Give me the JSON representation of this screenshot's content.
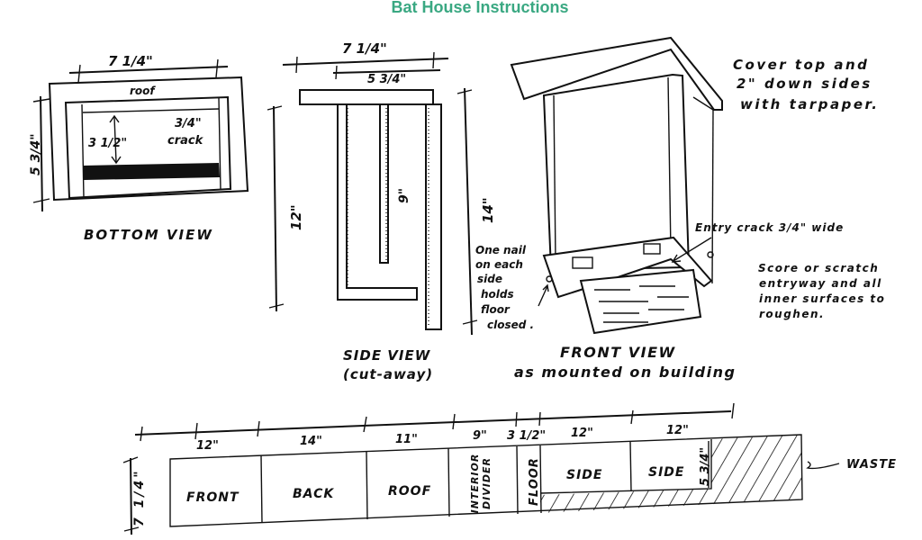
{
  "title": "Bat House Instructions",
  "colors": {
    "title": "#3aa882",
    "ink": "#111111"
  },
  "bottom_view": {
    "width_dim": "7 1/4\"",
    "height_dim": "5 3/4\"",
    "roof_label": "roof",
    "gap_dim": "3 1/2\"",
    "crack_dim": "3/4\"",
    "crack_label": "crack",
    "caption": "BOTTOM VIEW"
  },
  "side_view": {
    "outer_width_dim": "7 1/4\"",
    "inner_width_dim": "5 3/4\"",
    "front_height_dim": "12\"",
    "divider_height_dim": "9\"",
    "caption": "SIDE VIEW",
    "subcaption": "(cut-away)"
  },
  "front_view": {
    "height_dim": "14\"",
    "nail_note": [
      "One nail",
      "on each",
      "side",
      "holds",
      "floor",
      "closed ."
    ],
    "entry_note": "Entry crack 3/4\" wide",
    "cover_note": [
      "Cover top and",
      "2\" down sides",
      "with tarpaper."
    ],
    "score_note": [
      "Score or scratch",
      "entryway and all",
      "inner surfaces to",
      "roughen."
    ],
    "caption": "FRONT VIEW",
    "subcaption": "as mounted on building"
  },
  "cut_layout": {
    "board_width_dim": "7 1/4\"",
    "side_width_dim": "5 3/4\"",
    "waste_label": "WASTE",
    "pieces": [
      {
        "name": "FRONT",
        "length": "12\""
      },
      {
        "name": "BACK",
        "length": "14\""
      },
      {
        "name": "ROOF",
        "length": "11\""
      },
      {
        "name": "INTERIOR DIVIDER",
        "length": "9\""
      },
      {
        "name": "FLOOR",
        "length": "3 1/2\""
      },
      {
        "name": "SIDE",
        "length": "12\""
      },
      {
        "name": "SIDE",
        "length": "12\""
      }
    ]
  }
}
